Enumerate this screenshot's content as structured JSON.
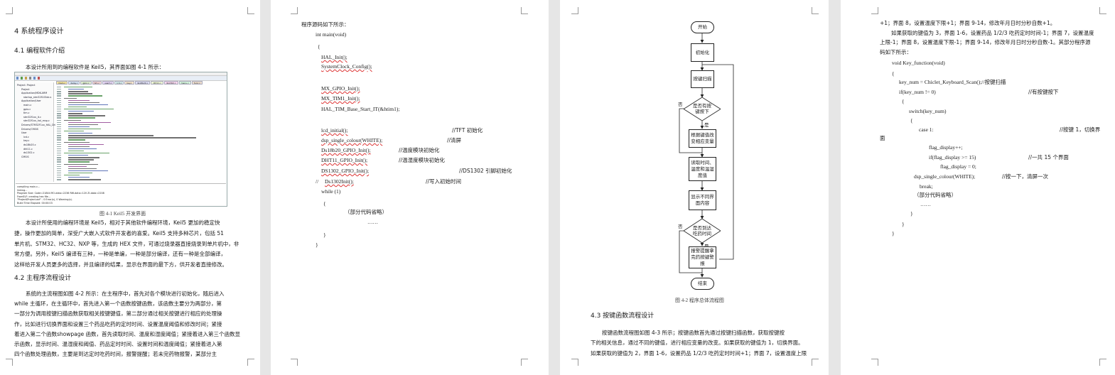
{
  "page1": {
    "h1": "4 系统程序设计",
    "h2_1": "4.1 编程软件介绍",
    "intro": "本设计所用到的编程软件是 Keil5，其界面如图 4-1 所示：",
    "fig_caption": "图 4-1 Keil5 开发界面",
    "para1": [
      "本设计所使用的编程环境是 Keil5，相对于其他软件编程环境，Keil5 更加的稳定快",
      "捷，操作更加的简单，深受广大嵌入式软件开发者的喜爱。Keil5 支持多种芯片，包括 51",
      "单片机、STM32、HC32、NXP 等，生成的 HEX 文件，可通过烧录器直接烧录到单片机中，非",
      "常方便。另外，Keil5 编译有三种，一种是单编，一种是部分编译，还有一种是全部编译，",
      "这样给开发人员更多的选择，并且编译的结果，显示在界面的最下方，供开发者直接修改。"
    ],
    "h2_2": "4.2 主程序流程设计",
    "para2": [
      "系统的主流程图如图 4-2 所示：在主程序中，首先对各个模块进行初始化，随后进入",
      "while 主循环，在主循环中，首先进入第一个函数按键函数，该函数主要分为两部分，第",
      "一部分为调用按键扫描函数获取相关按键键值，第二部分通过相关按键进行相应的处理操",
      "作，比如进行切换界面和设置三个药品吃药的定时时间、设置温度阈值和修改时间；紧接",
      "着进入第二个函数showpage 函数，首先读取时间、温度和湿度阈值；紧接着进入第三个函数显",
      "示函数，显示时间、温湿度和阈值、药品定时时间、设置时间和温度阈值；紧接着进入第",
      "四个函数处理函数，主要是到达定时吃药时间，报警提醒；若未完药物报警，某部分主"
    ]
  },
  "ide": {
    "toolbar_tabs": [
      "main.c",
      "delay.c",
      "gpio.c",
      "tim.c",
      "usart.c",
      "lcd.c",
      "key.c",
      "ds18b20.c",
      "dht11.c",
      "ds1302.c",
      "menu.c",
      "func.c"
    ],
    "tree": [
      "Project: Project",
      "Project",
      "Application/MDK-ARM",
      "startup_stm32f103xb.s",
      "Application/User",
      "main.c",
      "gpio.c",
      "tim.c",
      "stm32f1xx_it.c",
      "stm32f1xx_hal_msp.c",
      "Drivers/STM32F1xx_HAL_Driver",
      "Drivers/CMSIS",
      "User",
      "lcd.c",
      "key.c",
      "ds18b20.c",
      "dht11.c",
      "ds1302.c",
      "CMSIS"
    ],
    "build_output": [
      "compiling main.c...",
      "linking...",
      "Program Size: Code=21844 RO-data=2236 RW-data=120 ZI-data=2208",
      "FromELF: creating hex file...",
      "\"Project\\Project.axf\" - 0 Error(s), 0 Warning(s).",
      "Build Time Elapsed: 00:00:03"
    ]
  },
  "page2": {
    "intro": "程序源码如下所示：",
    "code": [
      "int main(void)",
      "{",
      "HAL_Init();",
      "SystemClock_Config();",
      "",
      "MX_GPIO_Init();",
      "MX_TIM1_Init();",
      "HAL_TIM_Base_Start_IT(&htim1);",
      "",
      "lcd_initial();",
      "dsp_single_colour(WHITE);",
      "Ds18b20_GPIO_Init();",
      "DHT11_GPIO_Init();",
      "DS1302_GPIO_Init();",
      "Ds1302Init();",
      "while (1)",
      "{",
      "（部分代码省略）",
      "……",
      "}",
      "}"
    ],
    "comments": {
      "lcd": "//TFT 初始化",
      "clear": "//清屏",
      "ds18b20": "//温度模块初始化",
      "dht11": "//温湿度模块初始化",
      "ds1302": "//DS1302 引脚初始化",
      "settime": "//写入初始时间"
    }
  },
  "page3": {
    "flow": {
      "start": "开始",
      "init": "初始化",
      "key_scan": "按键扫描",
      "key_pressed": "是否有按键按下",
      "modify": "根据键值改变相应变量",
      "read": "读取时间、温度和温湿度值",
      "display": "显示不同界面内容",
      "arrive": "是否到达吃药时间",
      "alarm": "报警提醒拿完药按键警报",
      "end": "结束",
      "yes": "是",
      "no": "否"
    },
    "fig_caption": "图 4-2    程序总体流程图",
    "h2": "4.3 按键函数流程设计",
    "para": [
      "按键函数流程图如图 4-3 所示；按键函数首先通过按键扫描函数，获取按键按",
      "下的相关信息，通过不同的键值，进行相应变量的改变。如果获取的键值为 1，切换界面。",
      "如果获取的键值为 2，界面 1-6，设置药品 1/2/3 吃药定时时间+1；界面 7，设置温度上限"
    ]
  },
  "page4": {
    "top": [
      "+1；界面 8，设置温度下限+1；界面 9-14，修改年月日时分秒自数+1。",
      "如果获取的键值为 3，界面 1-6，设置药品 1/2/3 吃药定时时间-1；界面 7，设置温度",
      "上限-1；界面 8，设置温度下限-1；界面 9-14，修改年月日时分秒自数-1。其部分程序源",
      "码如下所示："
    ],
    "code": [
      "void Key_function(void)",
      "{",
      "key_num = Chiclet_Keyboard_Scan();//按键扫描",
      "if(key_num != 0)",
      "{",
      "switch(key_num)",
      "{",
      "case 1:",
      "面",
      "flag_display++;",
      "if(flag_display >= 15)",
      "flag_display = 0;",
      "dsp_single_colour(WHITE);",
      "break;",
      "（部分代码省略）",
      "……",
      "}",
      "}",
      "}"
    ],
    "comments": {
      "if": "//有按键按下",
      "case1": "//按键 1，切换界",
      "total": "//一共 15 个界面",
      "clear": "//按一下，清屏一次"
    }
  }
}
